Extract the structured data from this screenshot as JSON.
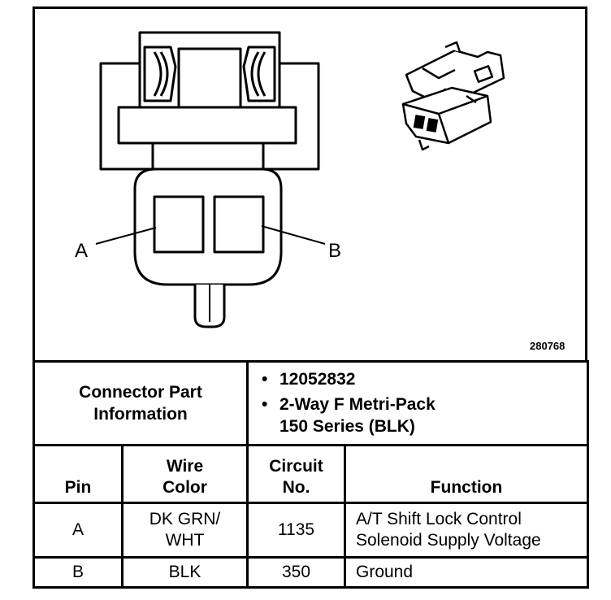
{
  "figure": {
    "reference_number": "280768",
    "pin_labels": [
      "A",
      "B"
    ]
  },
  "connector_part_info": {
    "heading": "Connector Part Information",
    "items": [
      "12052832",
      "2-Way F Metri-Pack\n150 Series (BLK)"
    ]
  },
  "pin_table": {
    "headers": {
      "pin": "Pin",
      "wire_color": "Wire\nColor",
      "circuit_no": "Circuit\nNo.",
      "function": "Function"
    },
    "rows": [
      {
        "pin": "A",
        "wire_color": "DK GRN/\nWHT",
        "circuit_no": "1135",
        "function": "A/T Shift Lock Control\nSolenoid Supply Voltage"
      },
      {
        "pin": "B",
        "wire_color": "BLK",
        "circuit_no": "350",
        "function": "Ground"
      }
    ]
  }
}
